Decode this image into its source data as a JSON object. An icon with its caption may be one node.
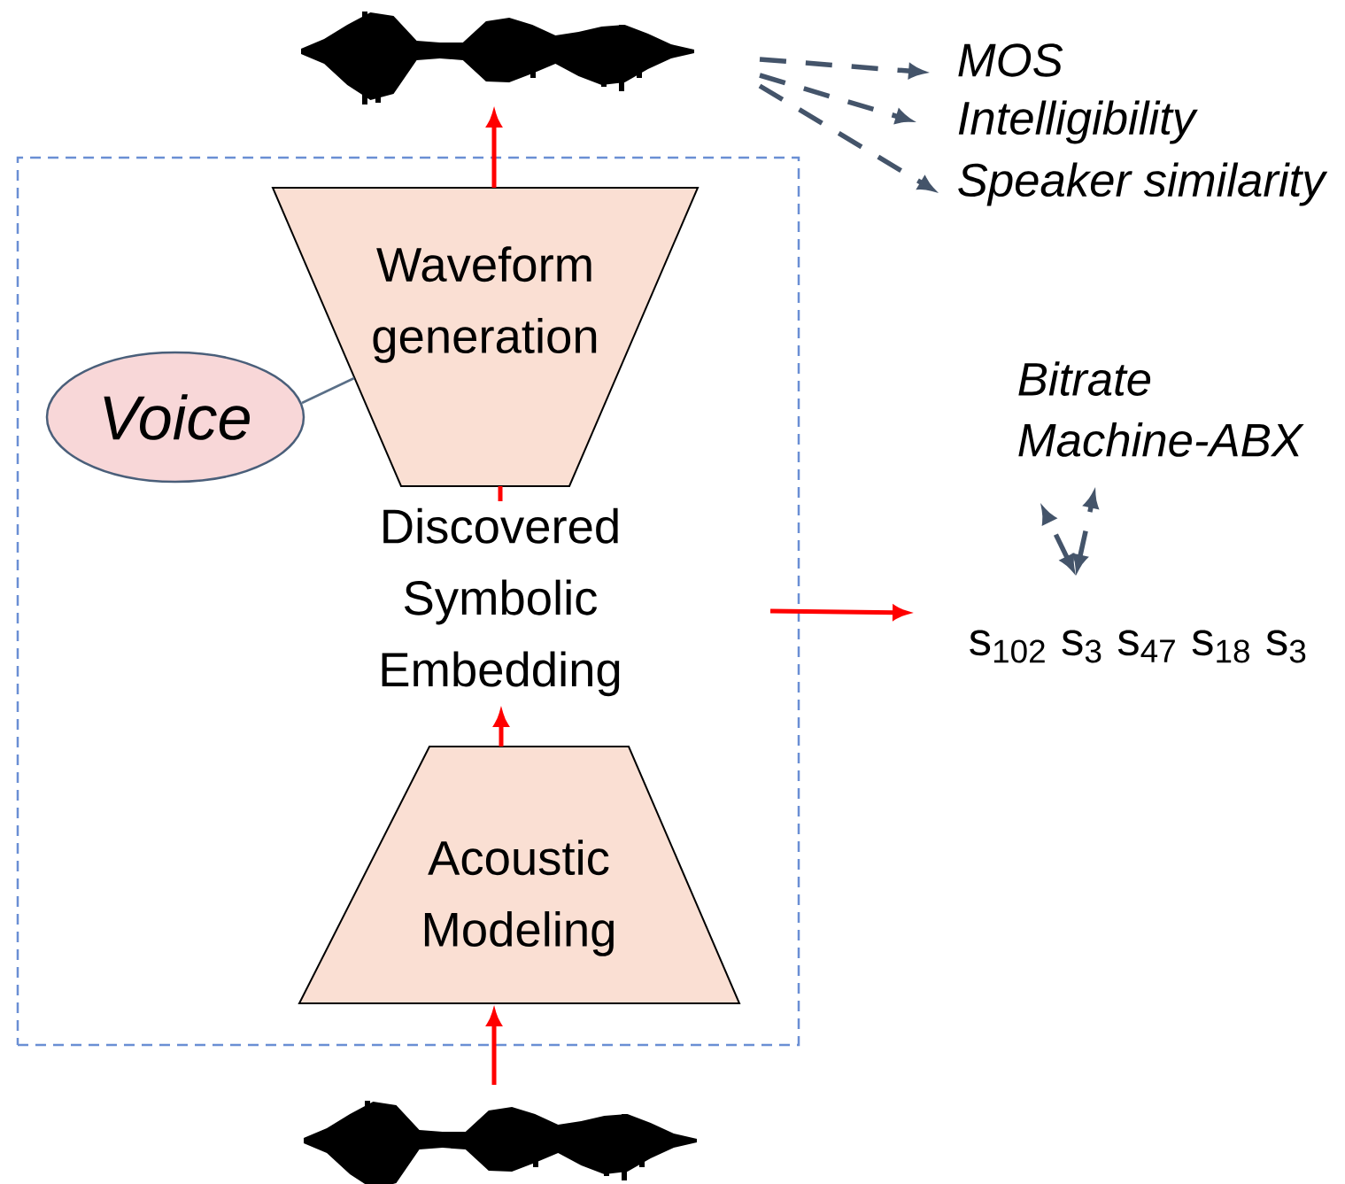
{
  "diagram": {
    "nodes": [
      {
        "text": [],
        "shape": "box"
      },
      {
        "text": [
          "Waveform generation"
        ],
        "in": 0
      },
      {
        "text": [
          "Voice"
        ],
        "in": 0
      },
      {
        "text": [
          "Discovered Symbolic Embedding"
        ],
        "in": 0
      },
      {
        "text": [
          "Acoustic Modeling"
        ],
        "in": 0
      },
      {
        "text": [],
        "shape": "picture"
      },
      {
        "text": [],
        "shape": "picture"
      },
      {
        "text": [
          "MOS"
        ]
      },
      {
        "text": [
          "Intelligibility"
        ]
      },
      {
        "text": [
          "Speaker similarity"
        ]
      },
      {
        "text": [
          "Bitrate",
          "Machine-ABX"
        ]
      },
      {
        "text": [
          "s$_{102}$ s$_{3}$ s$_{47}$ s$_{18}$ s$_{3}$"
        ]
      }
    ],
    "edges": [
      {
        "from": 6,
        "to": 4,
        "arrow": "to"
      },
      {
        "from": 4,
        "to": 3,
        "arrow": "to"
      },
      {
        "from": 3,
        "to": 1,
        "arrow": "none"
      },
      {
        "from": 1,
        "to": 5,
        "arrow": "to"
      },
      {
        "from": 2,
        "to": 1,
        "arrow": "none",
        "color": "#5a6f87"
      },
      {
        "from": 0,
        "to": 11,
        "arrow": "to"
      },
      {
        "from": 5,
        "to": 7,
        "arrow": "to",
        "style": "dashed",
        "color": "#44546a"
      },
      {
        "from": 5,
        "to": 8,
        "arrow": "to",
        "style": "dashed",
        "color": "#44546a"
      },
      {
        "from": 5,
        "to": 9,
        "arrow": "to",
        "style": "dashed",
        "color": "#44546a"
      },
      {
        "from": 11,
        "to": 10,
        "arrow": "both",
        "style": "dashed",
        "color": "#44546a"
      },
      {
        "from": 11,
        "to": 10,
        "arrow": "both",
        "style": "dashed",
        "color": "#44546a"
      }
    ]
  }
}
